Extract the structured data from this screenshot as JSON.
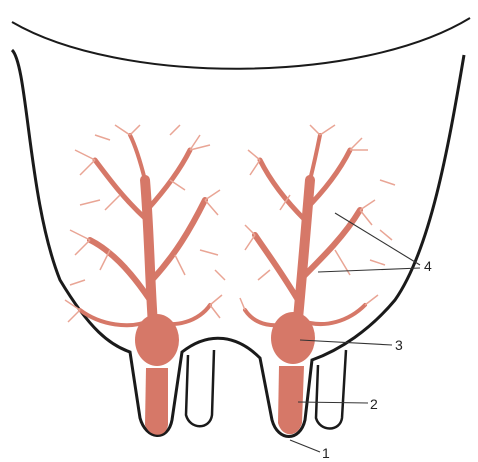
{
  "labels": {
    "l1": "1",
    "l2": "2",
    "l3": "3",
    "l4": "4"
  },
  "colors": {
    "tissue": "#d67868",
    "tissue_light": "#e9a595",
    "outline": "#1a1a1a",
    "leader": "#333333"
  }
}
